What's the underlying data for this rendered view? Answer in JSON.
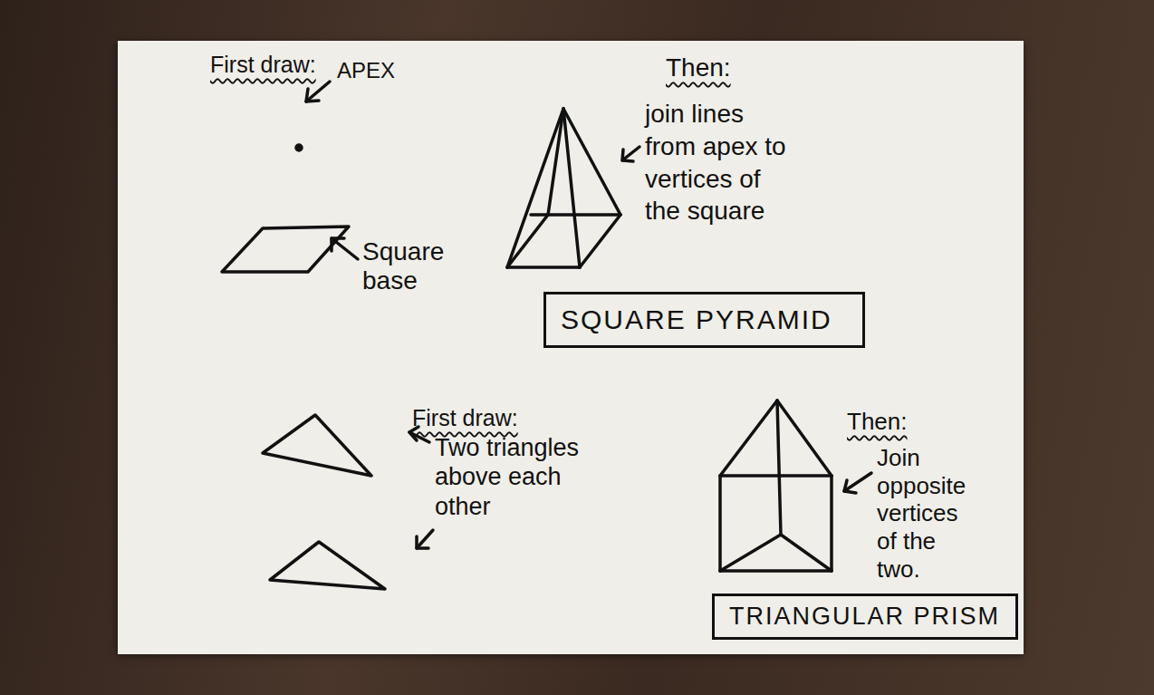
{
  "diagram": {
    "nodes": [
      {
        "text": [
          "SQUARE PYRAMID"
        ]
      },
      {
        "text": [
          "TRIANGULAR PRISM"
        ]
      }
    ],
    "labels": [
      "First draw:",
      "APEX",
      "Square base",
      "Then:",
      "join lines from apex to vertices of the square",
      "First draw:",
      "Two triangles above each other",
      "Then:",
      "Join opposite vertices of the two."
    ]
  }
}
